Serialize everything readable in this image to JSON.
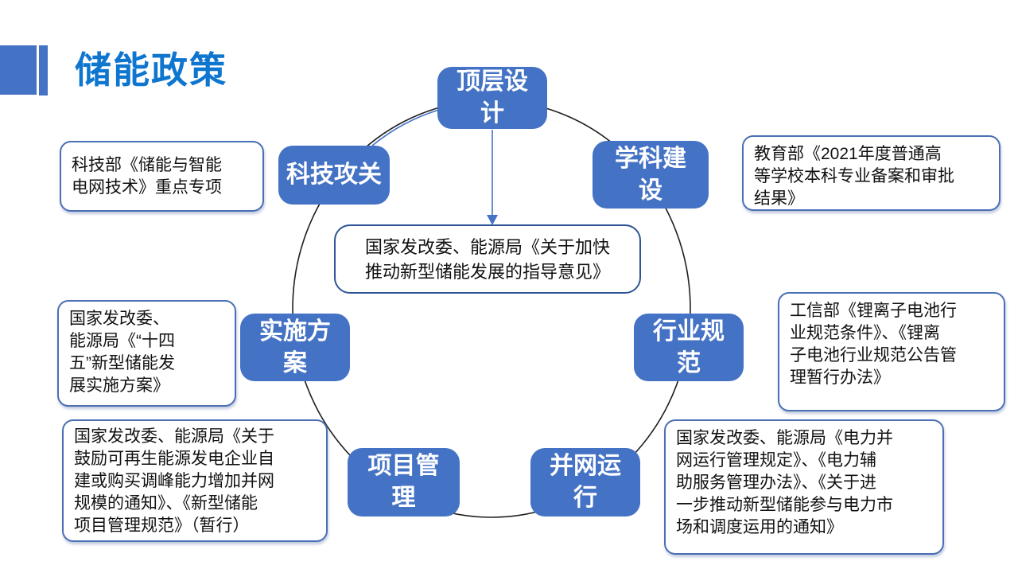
{
  "slide": {
    "title": "储能政策"
  },
  "colors": {
    "accent": "#4472C4",
    "title": "#0F76D0",
    "node_fill": "#4472C4",
    "node_text": "#FFFFFF",
    "box_border": "#4A6FB5",
    "center_border": "#2F5597",
    "circle": "#1F1F1F",
    "arrow": "#4472C4",
    "text": "#111111"
  },
  "diagram": {
    "center_note": "国家发改委、能源局《关于加快\n推动新型储能发展的指导意见》",
    "nodes": [
      {
        "id": "top-design",
        "label": "顶层设\n计"
      },
      {
        "id": "subject-building",
        "label": "学科建\n设"
      },
      {
        "id": "tech-research",
        "label": "科技攻关"
      },
      {
        "id": "implementation-plan",
        "label": "实施方\n案"
      },
      {
        "id": "industry-standard",
        "label": "行业规\n范"
      },
      {
        "id": "project-management",
        "label": "项目管\n理"
      },
      {
        "id": "grid-operation",
        "label": "并网运\n行"
      }
    ],
    "policy_boxes": [
      {
        "id": "tech-ministry",
        "text": "科技部《储能与智能\n电网技术》重点专项"
      },
      {
        "id": "education-ministry",
        "text": "教育部《2021年度普通高\n等学校本科专业备案和审批\n结果》"
      },
      {
        "id": "implementation-plan-doc",
        "text": "国家发改委、\n能源局《“十四\n五”新型储能发\n展实施方案》"
      },
      {
        "id": "miit-standards",
        "text": "工信部《锂离子电池行\n业规范条件》、《锂离\n子电池行业规范公告管\n理暂行办法》"
      },
      {
        "id": "project-management-doc",
        "text": "国家发改委、能源局《关于\n鼓励可再生能源发电企业自\n建或购买调峰能力增加并网\n规模的通知》、《新型储能\n项目管理规范》（暂行）"
      },
      {
        "id": "grid-operation-doc",
        "text": "国家发改委、能源局《电力并\n网运行管理规定》、《电力辅\n助服务管理办法》、《关于进\n一步推动新型储能参与电力市\n场和调度运用的通知》"
      }
    ]
  }
}
